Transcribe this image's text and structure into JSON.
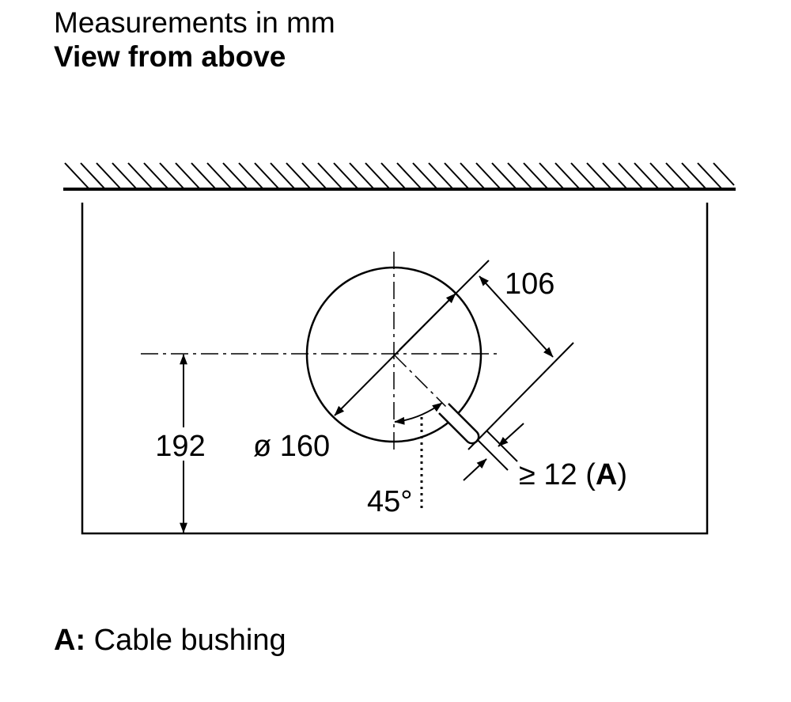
{
  "header": {
    "title": "Measurements in mm",
    "subtitle": "View from above"
  },
  "diagram": {
    "dim_opening_diameter": "ø 160",
    "dim_diagonal": "106",
    "dim_height": "192",
    "dim_angle": "45°",
    "dim_gap_prefix": "≥ 12 (",
    "dim_gap_key": "A",
    "dim_gap_suffix": ")"
  },
  "legend": {
    "key": "A:",
    "text": " Cable bushing"
  }
}
